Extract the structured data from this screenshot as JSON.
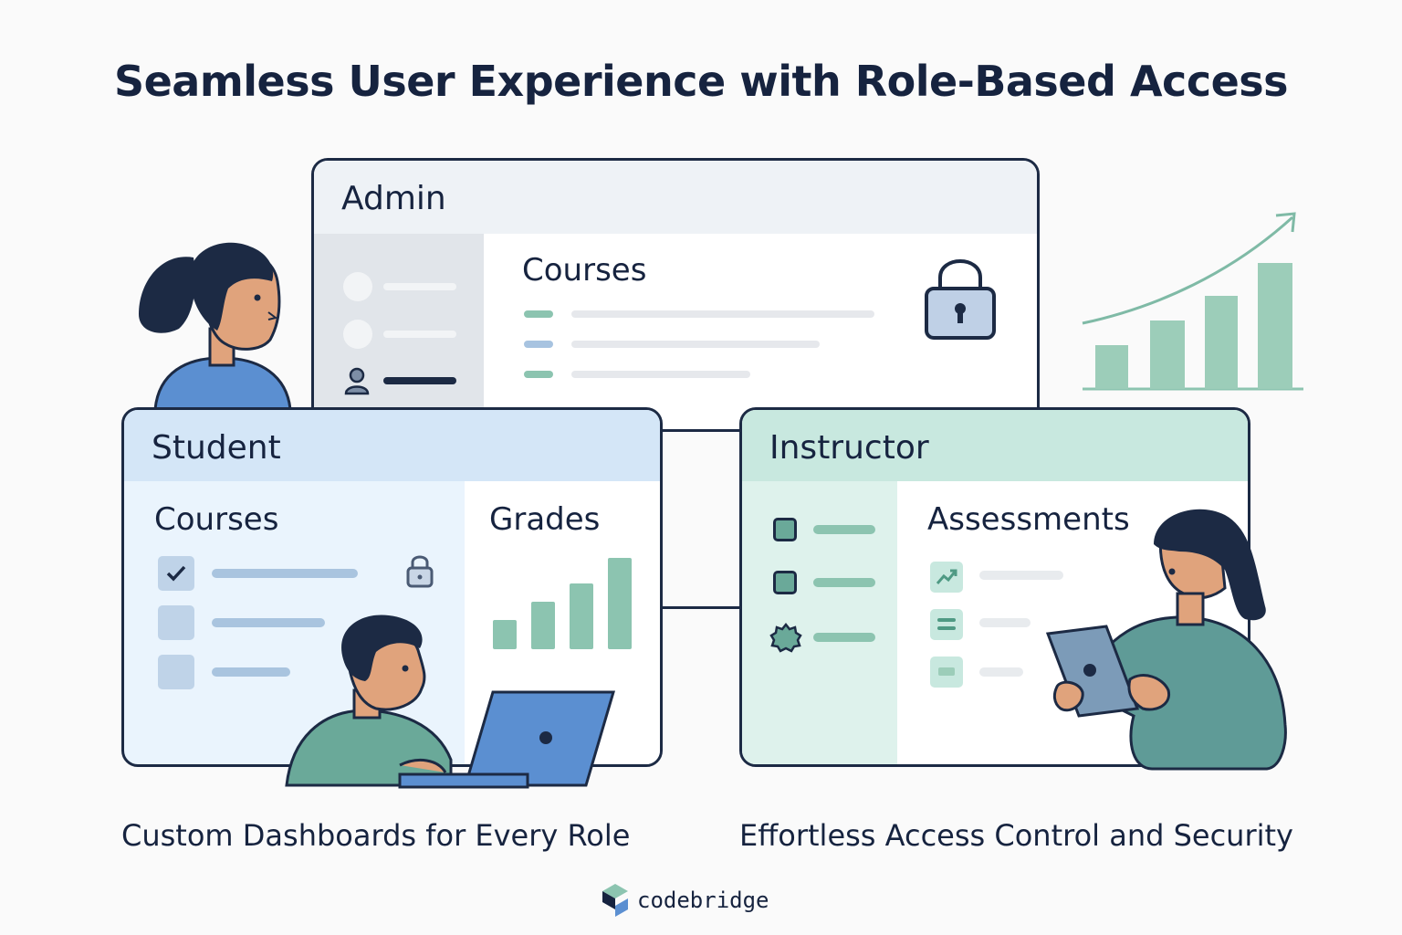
{
  "title": "Seamless User Experience with Role-Based Access",
  "panels": {
    "admin": {
      "header": "Admin",
      "section": "Courses"
    },
    "student": {
      "header": "Student",
      "courses": "Courses",
      "grades": "Grades"
    },
    "instructor": {
      "header": "Instructor",
      "assessments": "Assessments"
    }
  },
  "captions": {
    "left": "Custom Dashboards for Every Role",
    "right_bold": "Effortless",
    "right_rest": " Access Control and Security"
  },
  "logo": {
    "text": "codebridge"
  },
  "icons": [
    "lock-icon",
    "user-icon",
    "checkmark-icon",
    "gear-icon",
    "trend-icon",
    "list-icon",
    "growth-chart-icon",
    "codebridge-logo-icon"
  ],
  "colors": {
    "navy": "#16233f",
    "admin_header": "#eef2f6",
    "admin_sidebar": "#e1e5ea",
    "student_header": "#d4e6f7",
    "student_body": "#eaf4fd",
    "instructor_header": "#c8e8df",
    "instructor_sidebar": "#def2ec",
    "teal": "#8cc4b0",
    "blue": "#5b8fd1"
  }
}
